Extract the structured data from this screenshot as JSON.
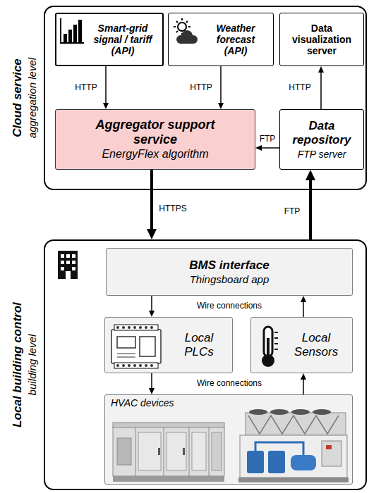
{
  "diagram": {
    "nodes": [
      {
        "text": [
          "Cloud service",
          "aggregation level"
        ]
      },
      {
        "text": [
          "Smart-grid signal / tariff (API)"
        ],
        "in": 0
      },
      {
        "text": [
          "Weather forecast (API)"
        ],
        "in": 0
      },
      {
        "text": [
          "Data visualization server"
        ],
        "in": 0
      },
      {
        "text": [
          "Aggregator support service",
          "EnergyFlex algorithm"
        ],
        "in": 0
      },
      {
        "text": [
          "Data repository",
          "FTP server"
        ],
        "in": 0
      },
      {
        "text": [
          "Local building control",
          "building level"
        ]
      },
      {
        "text": [
          "BMS interface",
          "Thingsboard app"
        ],
        "in": 6
      },
      {
        "text": [
          "Local PLCs"
        ],
        "in": 6
      },
      {
        "text": [
          "Local Sensors"
        ],
        "in": 6
      },
      {
        "text": [
          "HVAC devices"
        ],
        "in": 6
      }
    ],
    "edges": [
      {
        "from": 1,
        "to": 4,
        "label": "HTTP",
        "arrow": "to"
      },
      {
        "from": 2,
        "to": 4,
        "label": "HTTP",
        "arrow": "to"
      },
      {
        "from": 5,
        "to": 3,
        "label": "HTTP",
        "arrow": "to"
      },
      {
        "from": 5,
        "to": 4,
        "label": "FTP",
        "arrow": "to"
      },
      {
        "from": 4,
        "to": 6,
        "label": "HTTPS",
        "arrow": "to"
      },
      {
        "from": 6,
        "to": 5,
        "label": "FTP",
        "arrow": "to"
      },
      {
        "from": 7,
        "to": 8,
        "arrow": "to"
      },
      {
        "from": 9,
        "to": 7,
        "arrow": "to"
      },
      {
        "from": 8,
        "to": 10,
        "arrow": "to"
      },
      {
        "from": 10,
        "to": 9,
        "arrow": "to"
      }
    ],
    "labels": [
      "Wire connections",
      "Wire connections"
    ]
  }
}
